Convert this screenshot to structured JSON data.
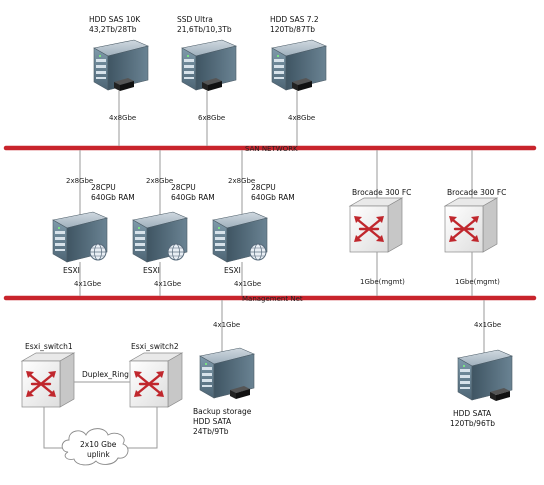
{
  "storage_top": [
    {
      "name": "HDD SAS 10K",
      "capacity": "43,2Tb/28Tb",
      "link": "4x8Gbe"
    },
    {
      "name": "SSD Ultra",
      "capacity": "21,6Tb/10,3Tb",
      "link": "6x8Gbe"
    },
    {
      "name": "HDD SAS 7.2",
      "capacity": "120Tb/87Tb",
      "link": "4x8Gbe"
    }
  ],
  "san_network": {
    "label": "SAN NETWORK"
  },
  "management_net": {
    "label": "Management Net"
  },
  "esxi_hosts": [
    {
      "cpu": "28CPU",
      "ram": "640Gb RAM",
      "label": "ESXI",
      "san_link": "2x8Gbe",
      "mgmt_link": "4x1Gbe"
    },
    {
      "cpu": "28CPU",
      "ram": "640Gb RAM",
      "label": "ESXI",
      "san_link": "2x8Gbe",
      "mgmt_link": "4x1Gbe"
    },
    {
      "cpu": "28CPU",
      "ram": "640Gb RAM",
      "label": "ESXI",
      "san_link": "2x8Gbe",
      "mgmt_link": "4x1Gbe"
    }
  ],
  "fc_switches": [
    {
      "name": "Brocade 300 FC",
      "mgmt_link": "1Gbe(mgmt)"
    },
    {
      "name": "Brocade 300 FC",
      "mgmt_link": "1Gbe(mgmt)"
    }
  ],
  "esxi_switches": [
    {
      "name": "Esxi_switch1"
    },
    {
      "name": "Esxi_switch2"
    }
  ],
  "ring_label": "Duplex_Ring",
  "uplink_cloud": {
    "line1": "2x10 Gbe",
    "line2": "uplink"
  },
  "backup_storage": {
    "line1": "Backup storage",
    "line2": "HDD SATA",
    "line3": "24Tb/9Tb",
    "link": "4x1Gbe"
  },
  "sata_storage": {
    "line1": "HDD SATA",
    "line2": "120Tb/96Tb",
    "link": "4x1Gbe"
  },
  "colors": {
    "bus": "#c8242c",
    "server_body": "#8a9aa8",
    "switch_arrow": "#c0272d"
  }
}
